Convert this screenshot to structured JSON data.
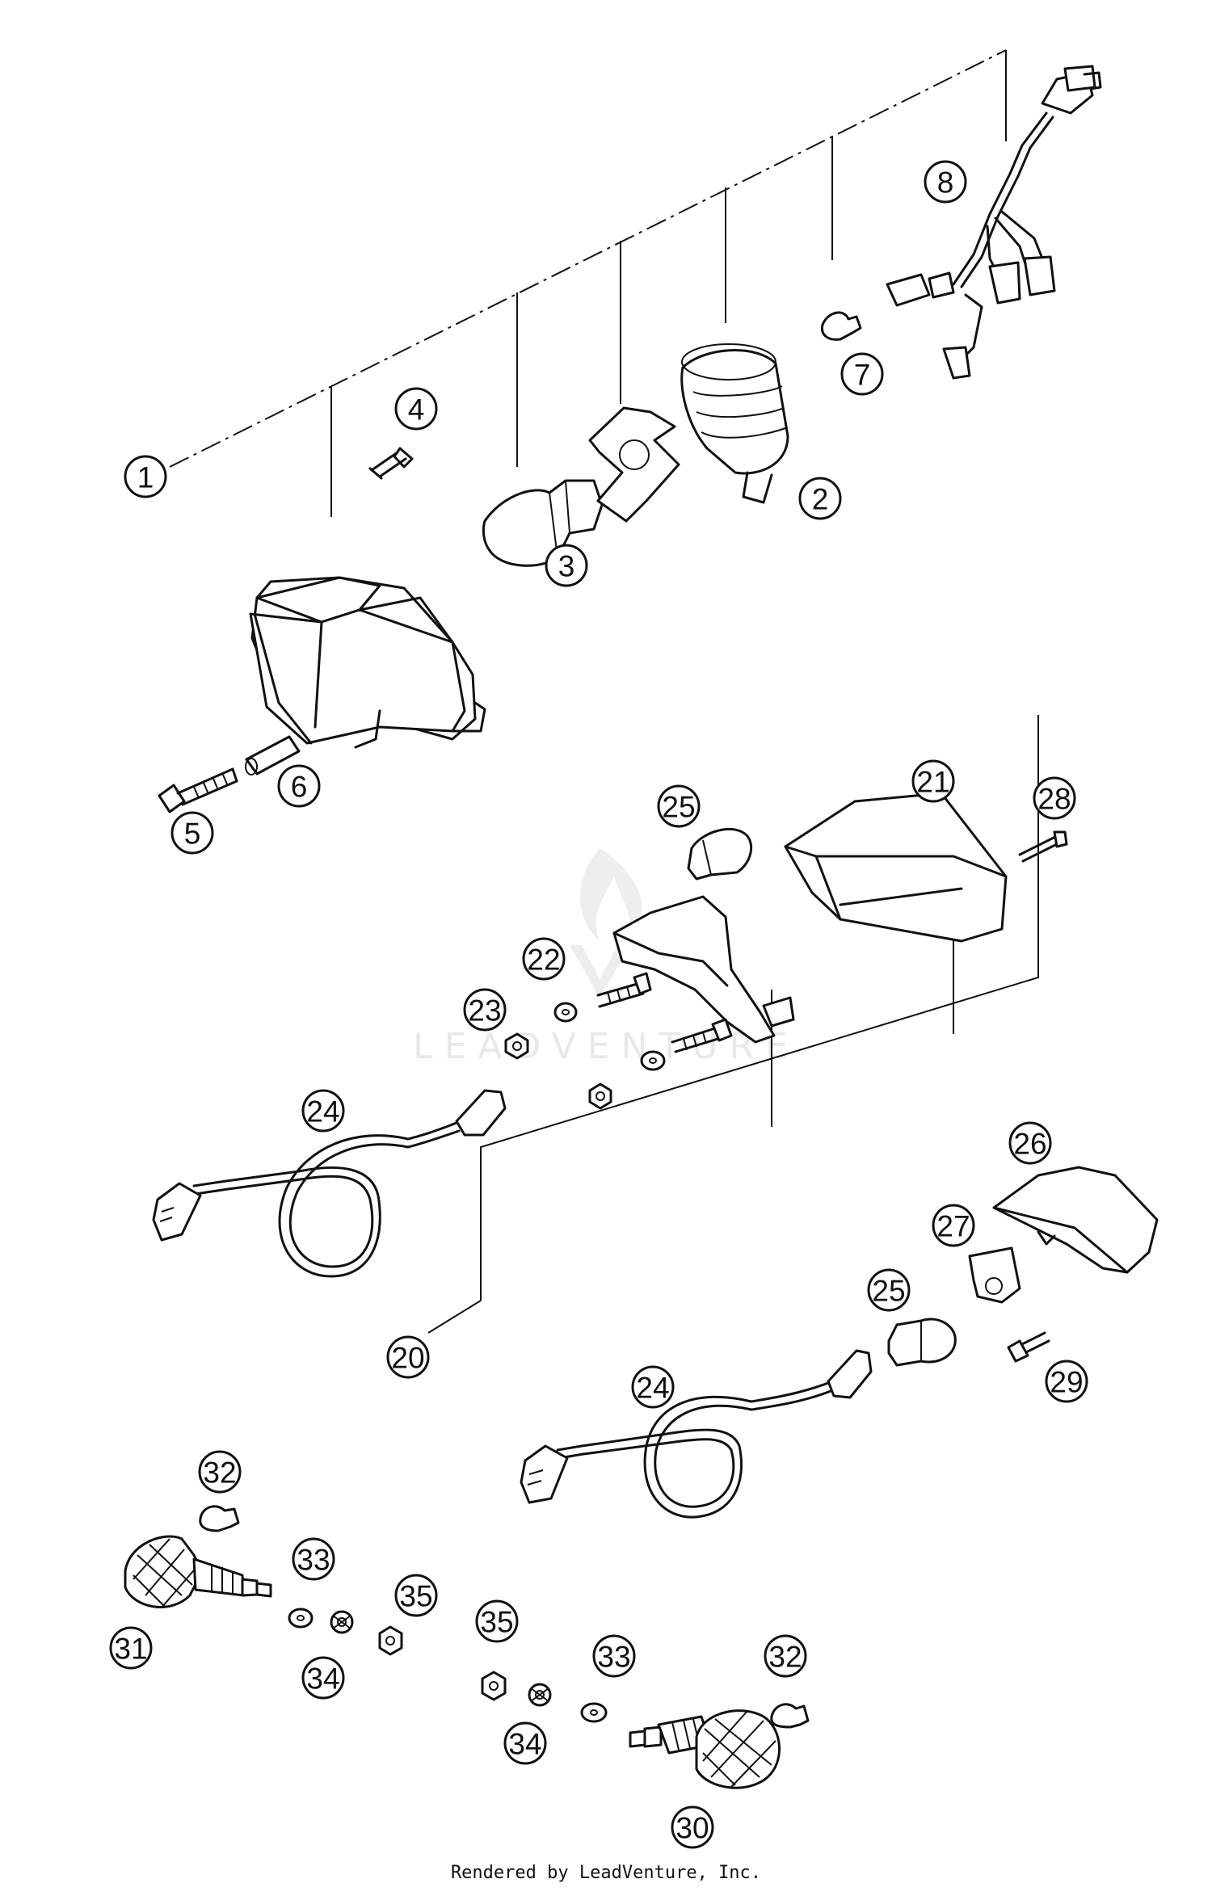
{
  "watermark": "LEADVENTURE",
  "footer_credit": "Rendered by LeadVenture, Inc.",
  "callouts": {
    "c1": "1",
    "c2": "2",
    "c3": "3",
    "c4": "4",
    "c5": "5",
    "c6": "6",
    "c7": "7",
    "c8": "8",
    "c20": "20",
    "c21": "21",
    "c22": "22",
    "c23": "23",
    "c24a": "24",
    "c24b": "24",
    "c25a": "25",
    "c25b": "25",
    "c26": "26",
    "c27": "27",
    "c28": "28",
    "c29": "29",
    "c30": "30",
    "c31": "31",
    "c32a": "32",
    "c32b": "32",
    "c33a": "33",
    "c33b": "33",
    "c34a": "34",
    "c34b": "34",
    "c35a": "35",
    "c35b": "35"
  }
}
